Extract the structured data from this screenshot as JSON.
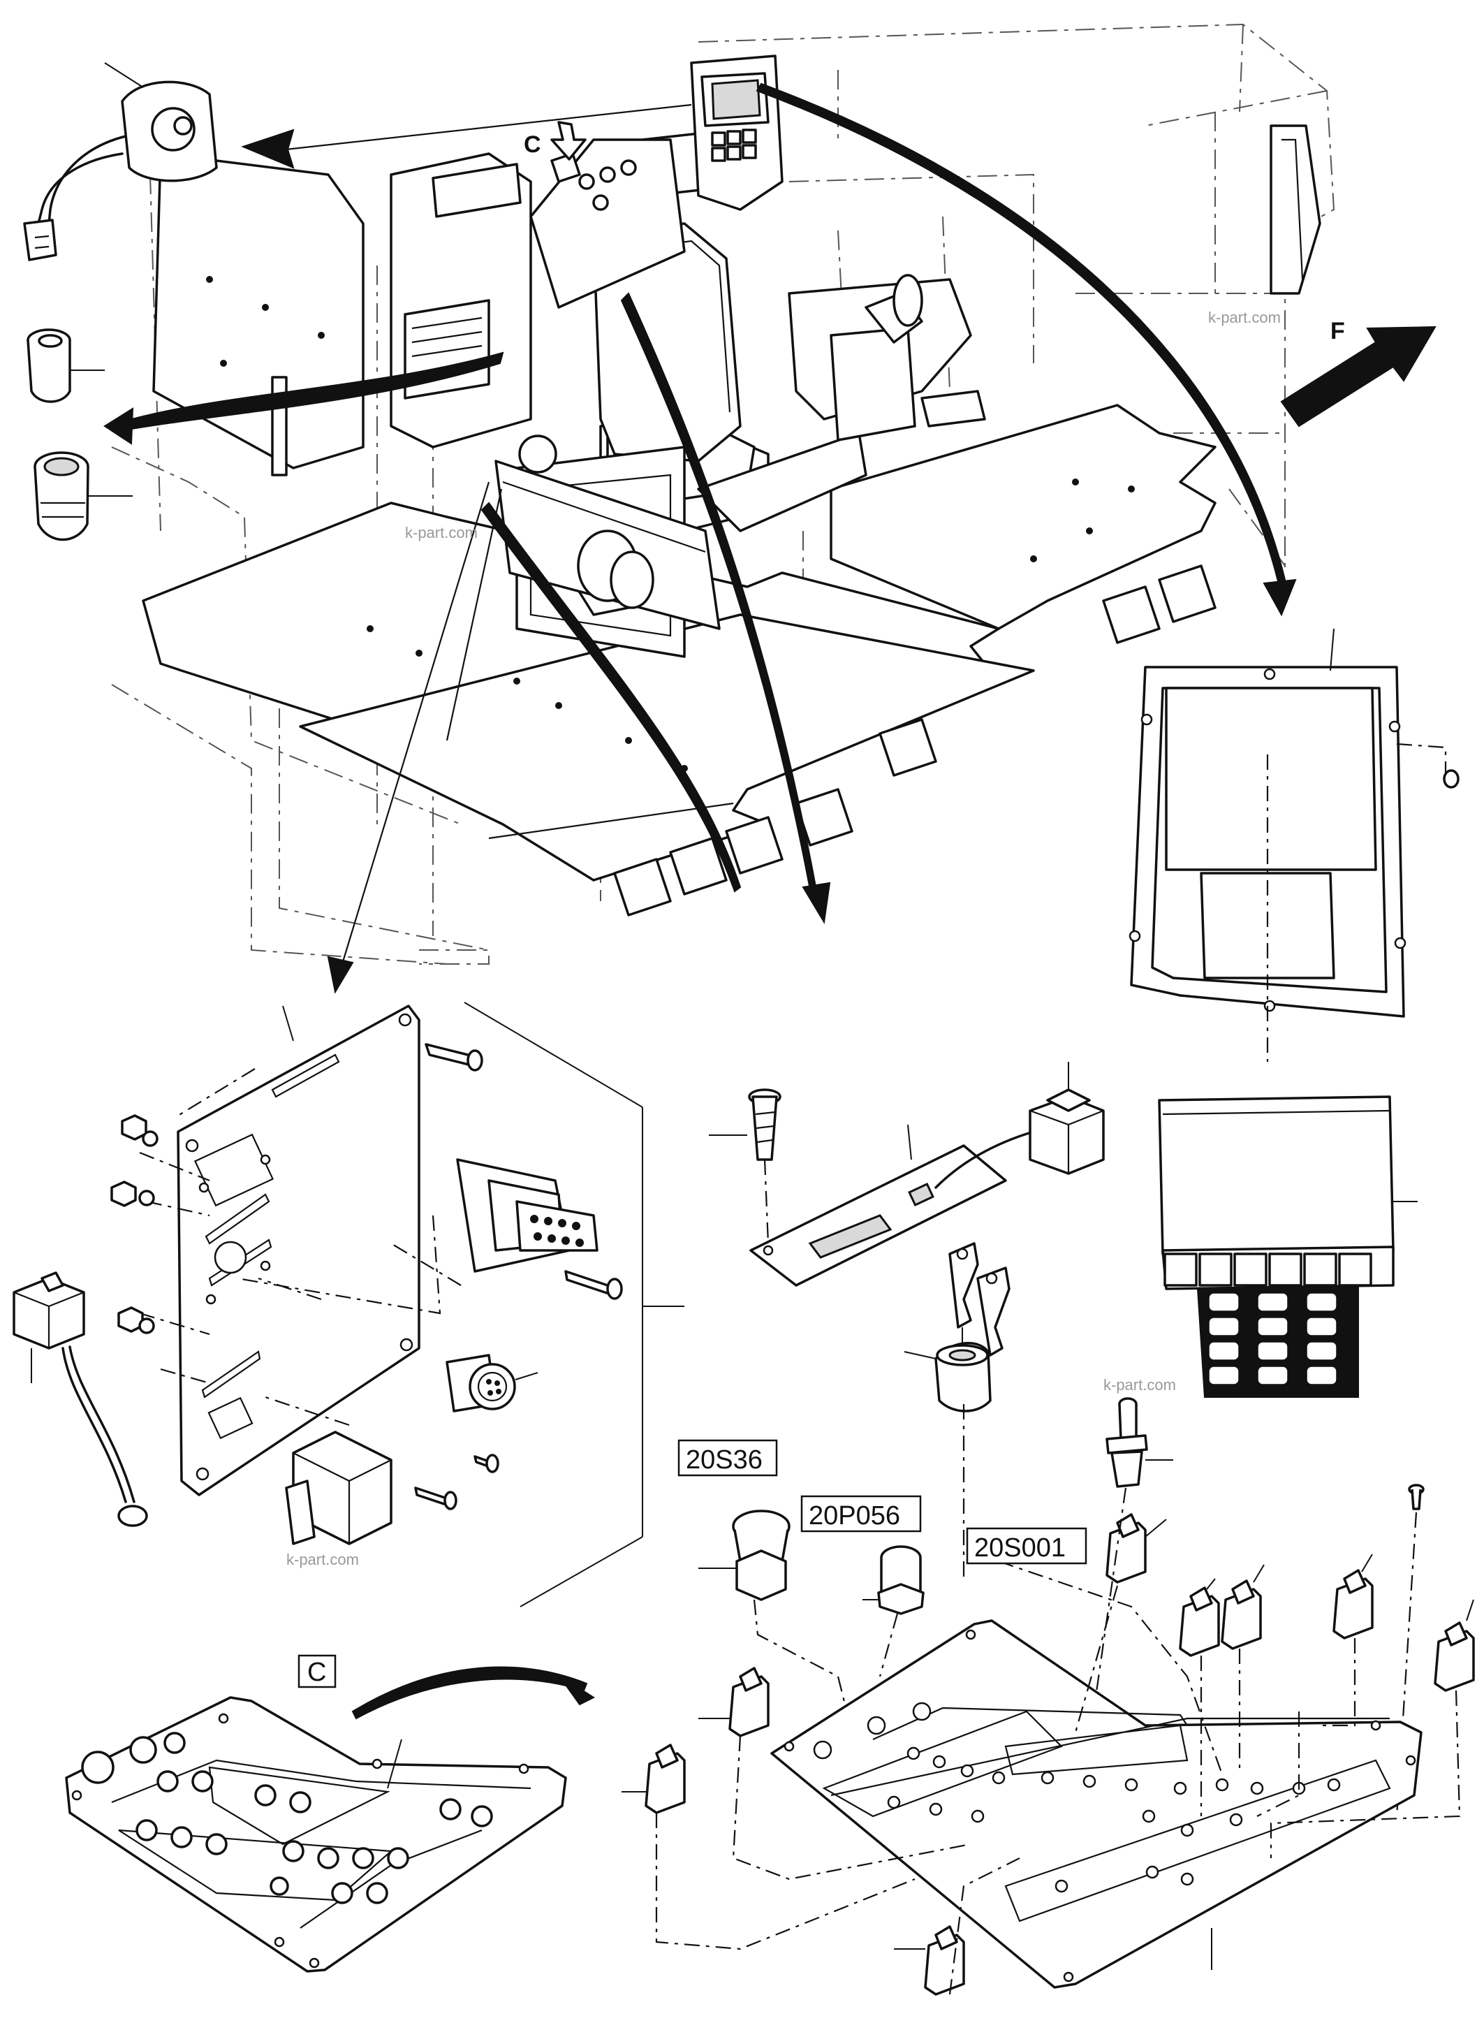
{
  "diagram": {
    "callouts": [
      "20S36",
      "20P056",
      "20S001",
      "C"
    ],
    "view_arrow_label": "C",
    "front_label": "F",
    "watermark": "k-part.com"
  }
}
